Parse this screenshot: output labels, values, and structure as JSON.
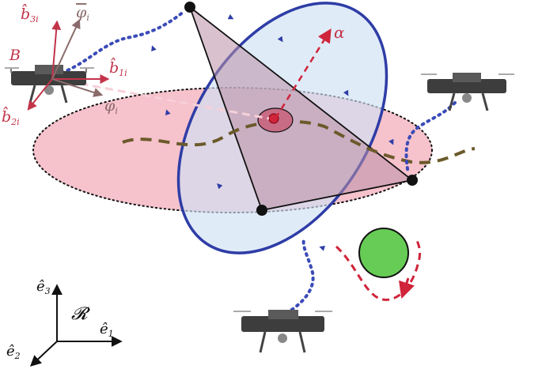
{
  "labels": {
    "b3": "b̂",
    "b3_sub": "3i",
    "phi_bar": "φ",
    "phi_bar_sub": "i",
    "B": "B",
    "b1": "b̂",
    "b1_sub": "1i",
    "b2": "b̂",
    "b2_sub": "2i",
    "phi": "φ",
    "phi_sub": "i",
    "alpha": "α",
    "frame": "𝓡",
    "e1": "ê",
    "e1_sub": "1",
    "e2": "ê",
    "e2_sub": "2",
    "e3": "ê",
    "e3_sub": "3"
  },
  "colors": {
    "plane_fill": "#f5b7c3",
    "orbit_fill": "#cfe0f5",
    "orbit_stroke": "#2e3da6",
    "triangle_fill": "#b98fa6",
    "obstacle": "#66cc55",
    "alpha_arrow": "#d0243a",
    "drone_path": "#3a4bb8",
    "ground_path": "#6b5a2a",
    "frame_color": "#c2344a",
    "phi_color": "#8a6a6a"
  },
  "icons": [
    "drone-icon",
    "obstacle-circle"
  ]
}
